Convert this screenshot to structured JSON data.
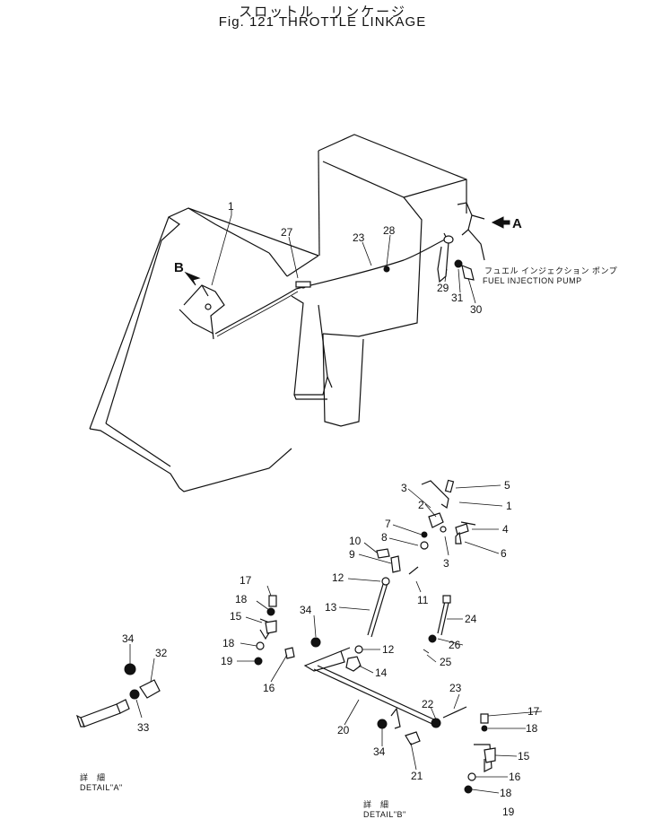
{
  "title": {
    "japanese": "スロットル　リンケージ",
    "english": "Fig. 121  THROTTLE  LINKAGE"
  },
  "pump_label": {
    "japanese": "フュエル インジェクション ポンプ",
    "english": "FUEL INJECTION PUMP"
  },
  "view_arrows": {
    "a": "A",
    "b": "B"
  },
  "detail_captions": {
    "a_jp": "詳　細",
    "a": "DETAIL\"A\"",
    "b_jp": "詳　細",
    "b": "DETAIL\"B\""
  },
  "callouts": {
    "c1_top": "1",
    "c27": "27",
    "c23_top": "23",
    "c28": "28",
    "c29": "29",
    "c31": "31",
    "c30": "30",
    "c5": "5",
    "c3a": "3",
    "c1b": "1",
    "c2": "2",
    "c4": "4",
    "c7": "7",
    "c8": "8",
    "c6": "6",
    "c10": "10",
    "c3b": "3",
    "c9": "9",
    "c12a": "12",
    "c11": "11",
    "c17a": "17",
    "c18a": "18",
    "c13": "13",
    "c24": "24",
    "c15a": "15",
    "c34a": "34",
    "c26": "26",
    "c18b": "18",
    "c12b": "12",
    "c25": "25",
    "c19": "19",
    "c14": "14",
    "c16a": "16",
    "c34b": "34",
    "c32": "32",
    "c23b": "23",
    "c17b": "17",
    "c22": "22",
    "c33": "33",
    "c20": "20",
    "c18c": "18",
    "c34c": "34",
    "c15b": "15",
    "c21": "21",
    "c16b": "16",
    "c18d": "18",
    "c19b": "19"
  }
}
